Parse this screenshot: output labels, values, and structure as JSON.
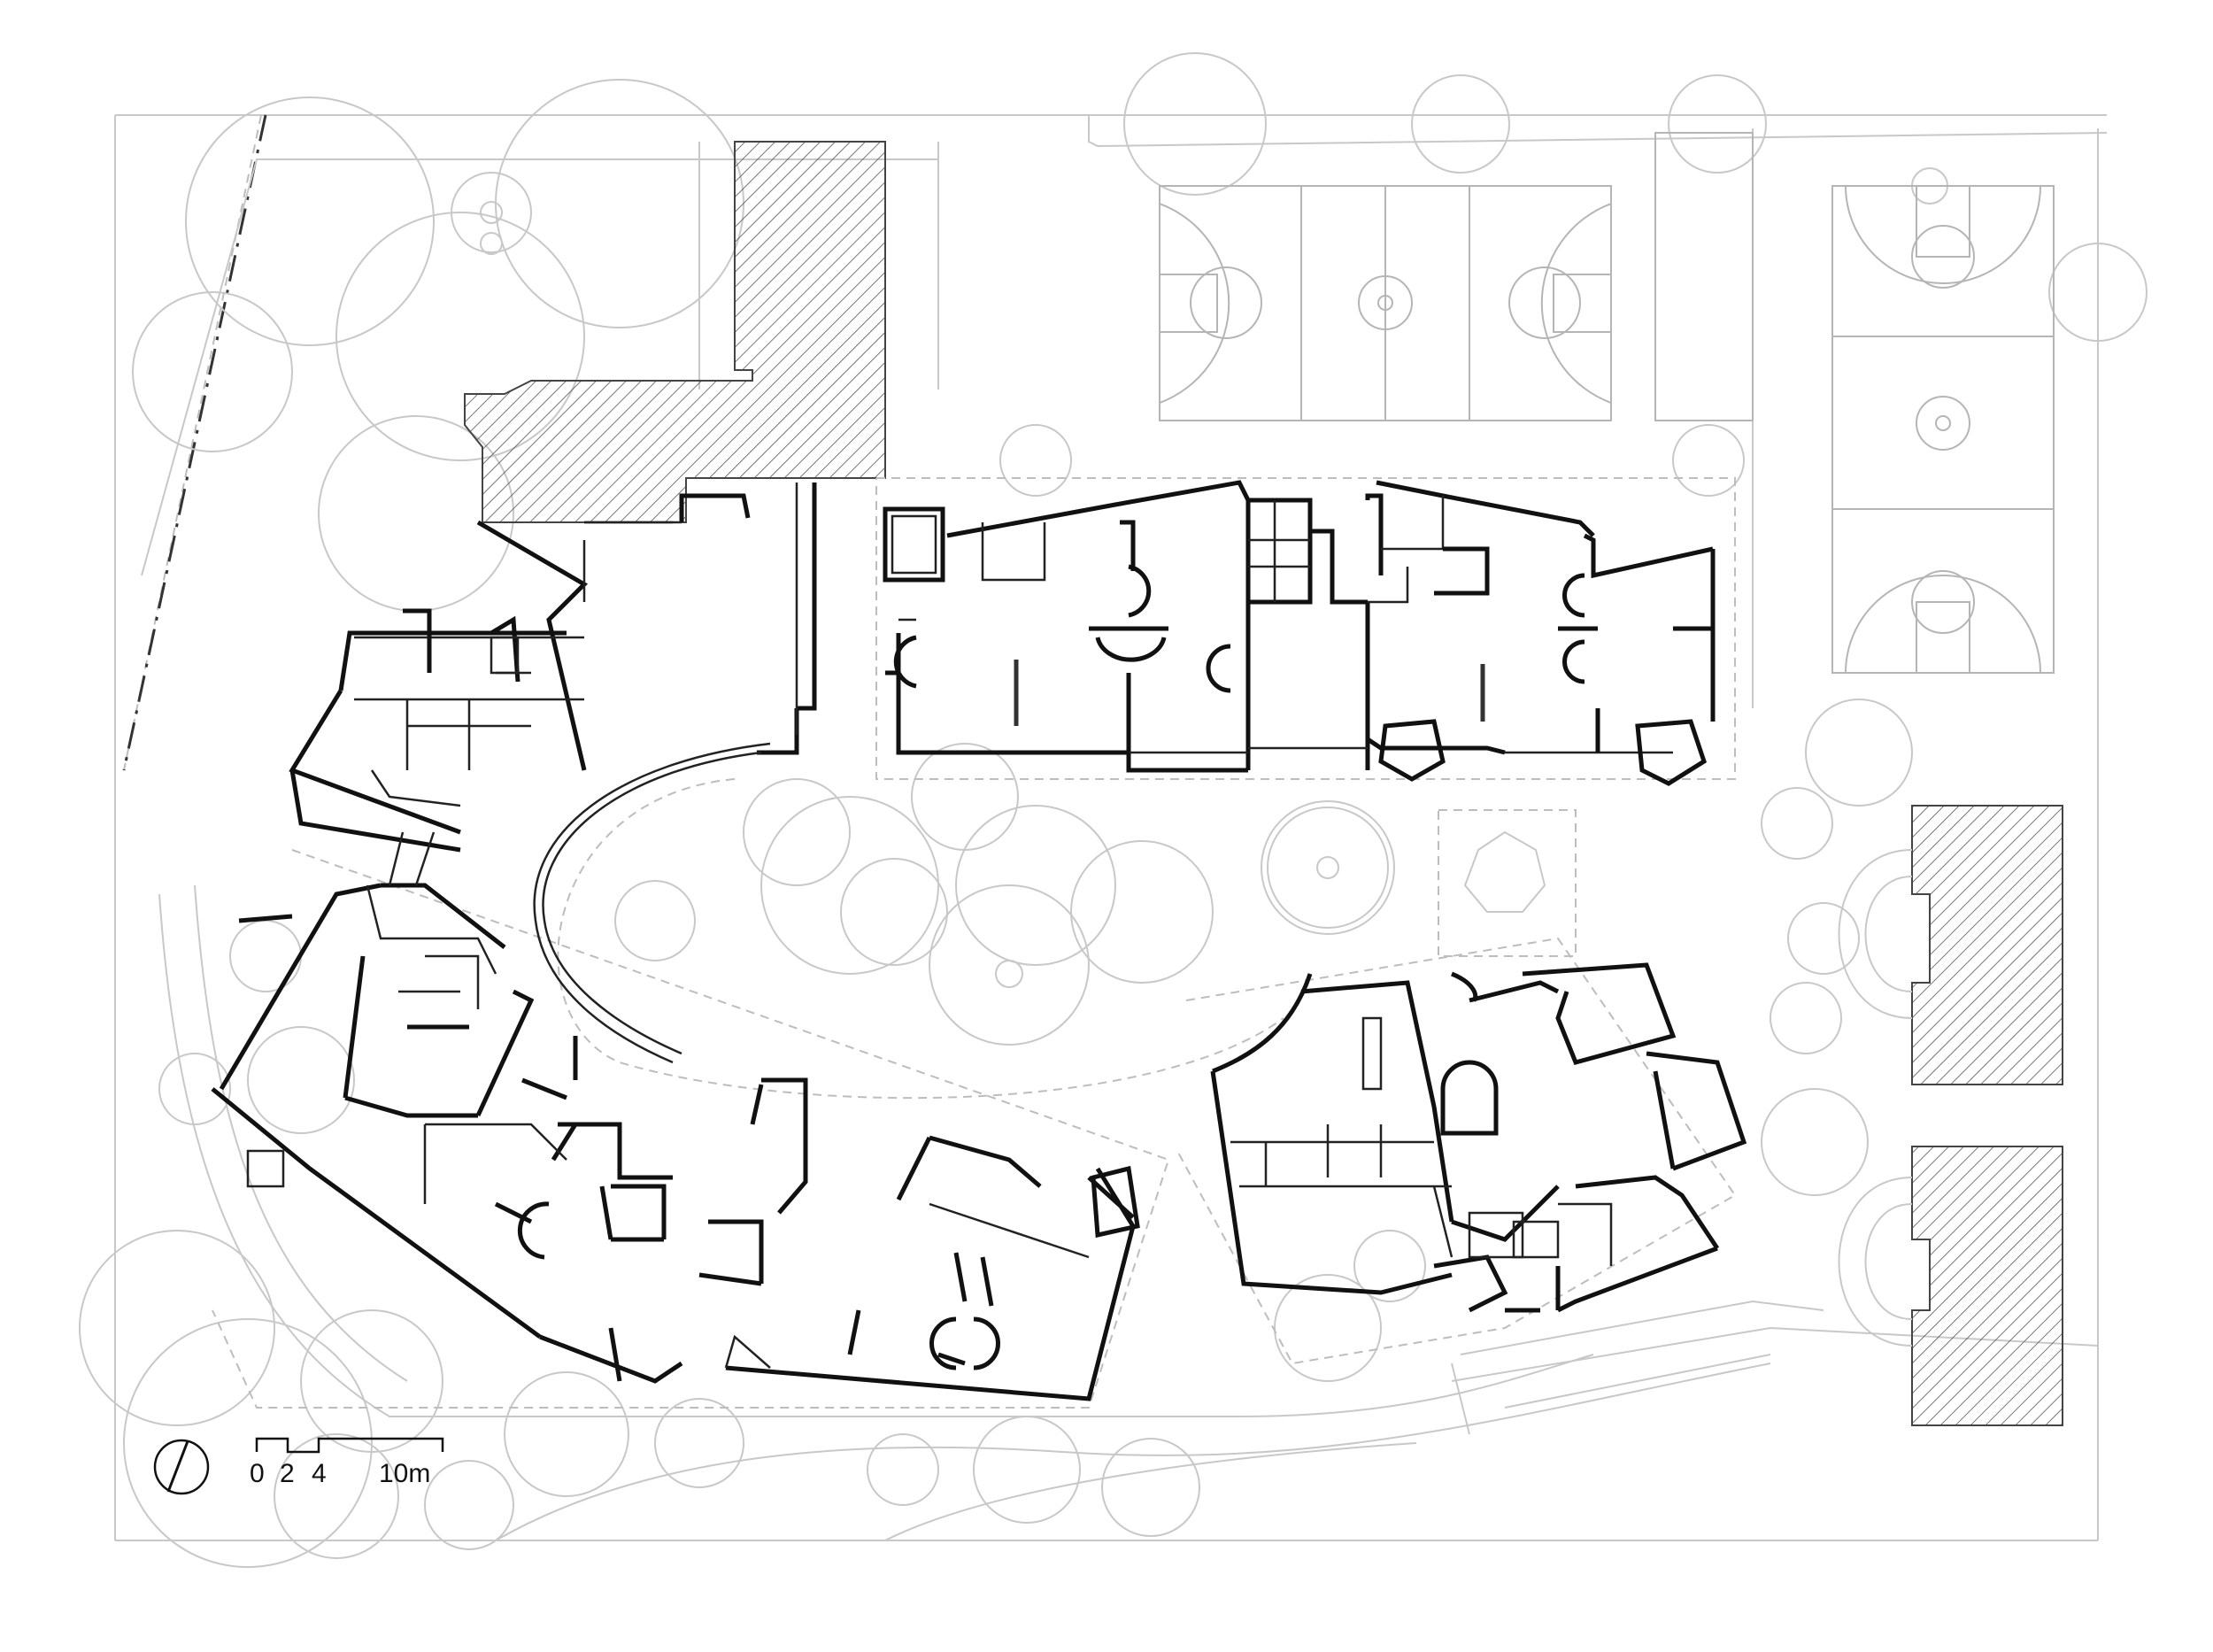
{
  "scale_bar": {
    "labels": [
      "0",
      "2",
      "4",
      "10m"
    ]
  },
  "north_arrow": {
    "icon": "north-arrow-icon"
  },
  "colors": {
    "background": "#ffffff",
    "walls": "#111111",
    "context_lines": "#c8c8c8",
    "hatch": "#555555"
  }
}
